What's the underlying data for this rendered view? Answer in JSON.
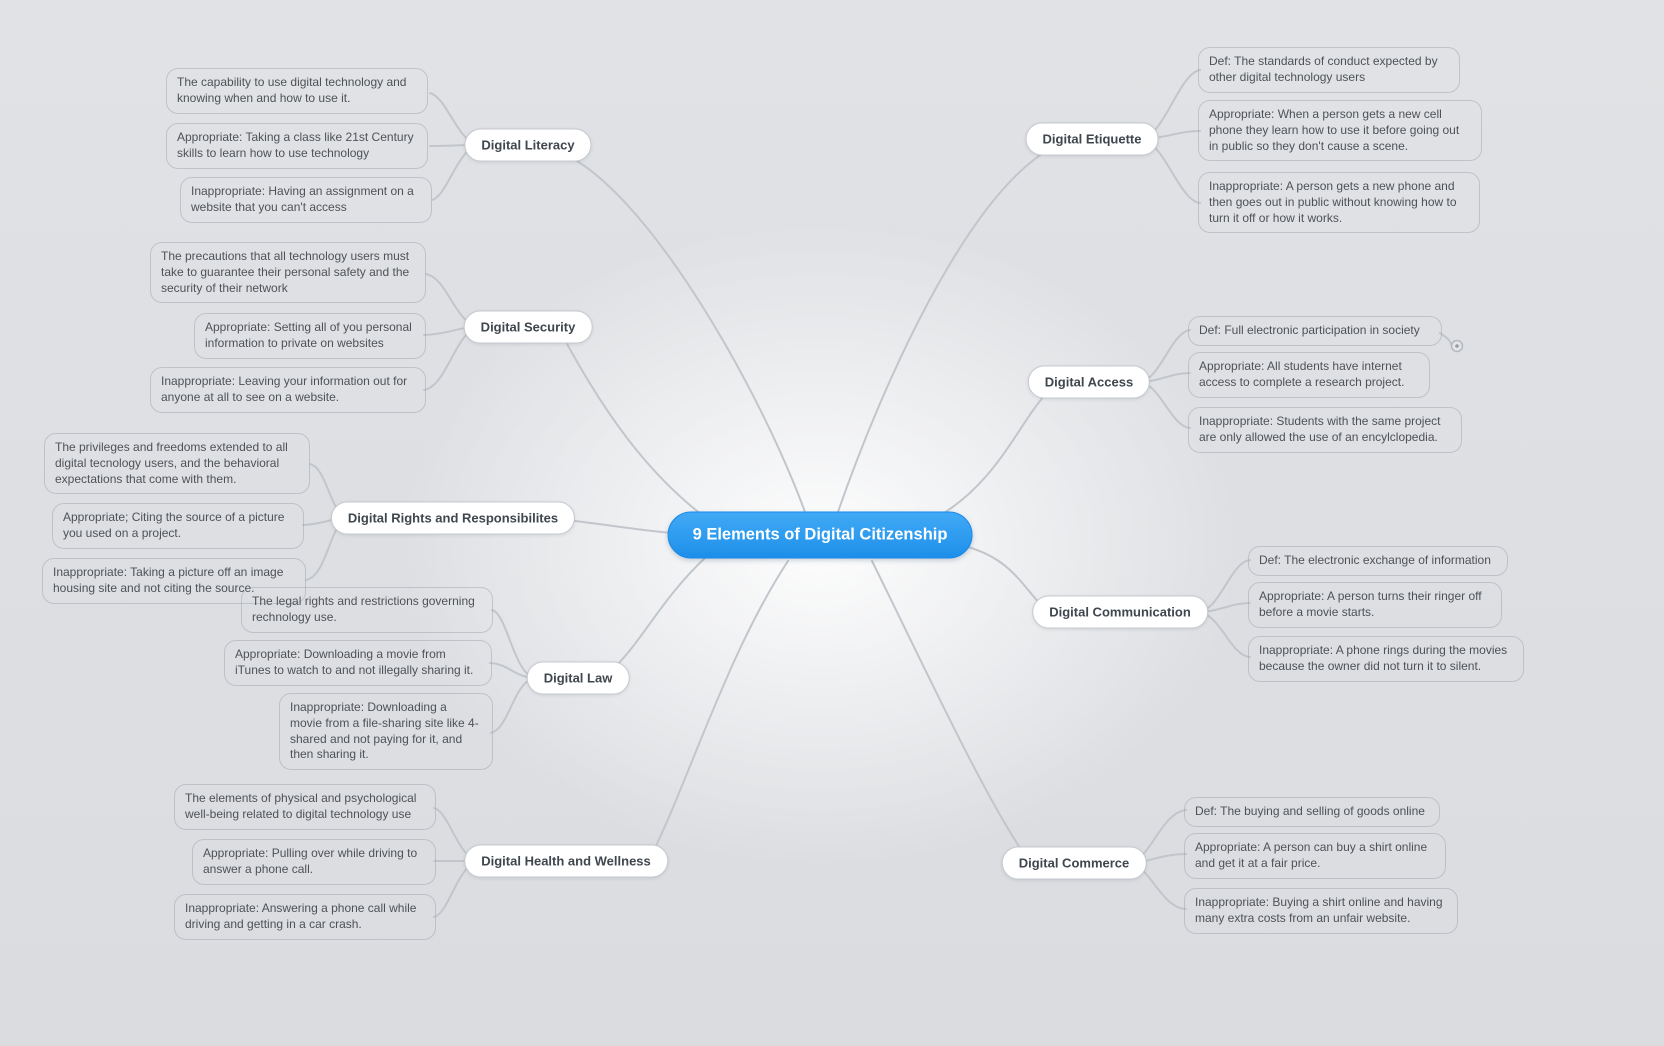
{
  "title": "9 Elements of Digital Citizenship",
  "colors": {
    "background": "#dee0e3",
    "center_fill": "#2f9cf0",
    "connector_line": "#c2c6cb",
    "node_text": "#3f464e",
    "note_text": "#4e5257"
  },
  "branches": [
    {
      "id": "digital-literacy",
      "label": "Digital Literacy",
      "notes": [
        "The capability to use digital technology and knowing when and how to use it.",
        "Appropriate: Taking a class like 21st Century skills to learn how to use technology",
        "Inappropriate: Having an assignment on a website that you can't access"
      ]
    },
    {
      "id": "digital-security",
      "label": "Digital Security",
      "notes": [
        "The precautions that all technology users must take to guarantee their personal safety and the security of their network",
        "Appropriate: Setting all of you personal information to private on websites",
        "Inappropriate: Leaving your information out for anyone at all to see on a website."
      ]
    },
    {
      "id": "digital-rights",
      "label": "Digital Rights and Responsibilites",
      "notes": [
        "The privileges and freedoms extended to all digital tecnology users, and the behavioral expectations that come with them.",
        "Appropriate; Citing the source of a picture you used on a project.",
        "Inappropriate: Taking a picture off an image housing site and not citing the source."
      ]
    },
    {
      "id": "digital-law",
      "label": "Digital Law",
      "notes": [
        "The legal rights and restrictions governing rechnology use.",
        "Appropriate: Downloading a movie from iTunes to watch to and not illegally sharing it.",
        "Inappropriate: Downloading a movie from a file-sharing site like 4-shared and not paying for it, and then sharing it."
      ]
    },
    {
      "id": "digital-health-and-wellness",
      "label": "Digital Health and Wellness",
      "notes": [
        "The elements of physical and psychological well-being related to digital technology use",
        "Appropriate: Pulling over while driving to answer a phone call.",
        "Inappropriate: Answering a phone call while driving and getting in a car crash."
      ]
    },
    {
      "id": "digital-etiquette",
      "label": "Digital Etiquette",
      "notes": [
        "Def: The standards of conduct expected by other digital technology users",
        "Appropriate: When a person gets a new cell phone they learn how to use it before going out in public so they don't cause a scene.",
        "Inappropriate: A person gets a new phone and then goes out in public without knowing how to turn it off or how it works."
      ]
    },
    {
      "id": "digital-access",
      "label": "Digital Access",
      "notes": [
        "Def: Full electronic participation in society",
        "Appropriate: All students have internet access to complete a research project.",
        "Inappropriate: Students with the same project are only allowed the use of an encylclopedia."
      ]
    },
    {
      "id": "digital-communication",
      "label": "Digital Communication",
      "notes": [
        "Def: The electronic exchange of information",
        "Appropriate: A person turns their ringer off before a movie starts.",
        "Inappropriate: A phone rings during the movies because the owner did not turn it to silent."
      ]
    },
    {
      "id": "digital-commerce",
      "label": "Digital Commerce",
      "notes": [
        "Def: The buying and selling of goods online",
        "Appropriate: A person can buy a shirt online and get it at a fair price.",
        "Inappropriate: Buying a shirt online and having many extra costs from an unfair website."
      ]
    }
  ]
}
